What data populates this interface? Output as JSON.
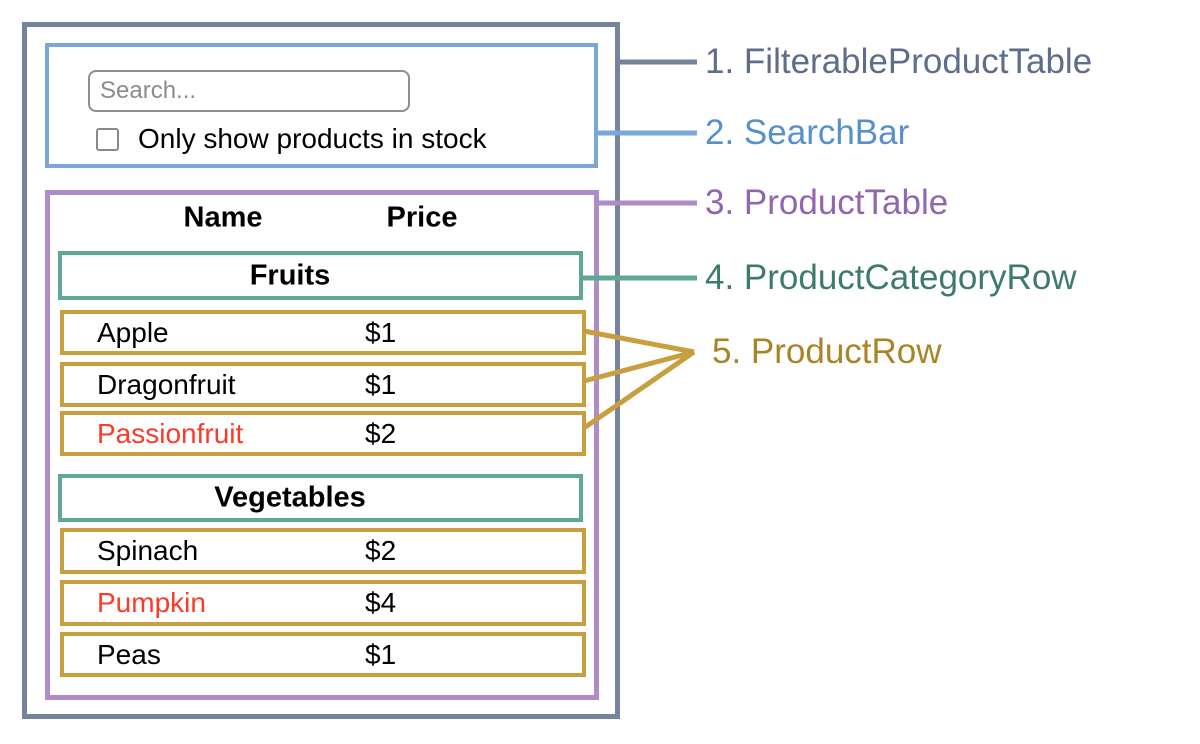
{
  "colors": {
    "filterable": "#76839c",
    "filterable_text": "#5e6d89",
    "searchbar": "#7aa7d8",
    "searchbar_text": "#5890cb",
    "producttable": "#ad8cc7",
    "producttable_text": "#9165af",
    "categoryrow": "#5fa895",
    "categoryrow_text": "#3c7b6b",
    "productrow": "#c79f3e",
    "productrow_text": "#a98425",
    "out_of_stock": "#fa3b28"
  },
  "search": {
    "placeholder": "Search...",
    "checkbox_label": "Only show products in stock",
    "checkbox_checked": false
  },
  "table": {
    "headers": {
      "name": "Name",
      "price": "Price"
    },
    "categories": [
      {
        "label": "Fruits",
        "products": [
          {
            "name": "Apple",
            "price": "$1",
            "in_stock": true
          },
          {
            "name": "Dragonfruit",
            "price": "$1",
            "in_stock": true
          },
          {
            "name": "Passionfruit",
            "price": "$2",
            "in_stock": false
          }
        ]
      },
      {
        "label": "Vegetables",
        "products": [
          {
            "name": "Spinach",
            "price": "$2",
            "in_stock": true
          },
          {
            "name": "Pumpkin",
            "price": "$4",
            "in_stock": false
          },
          {
            "name": "Peas",
            "price": "$1",
            "in_stock": true
          }
        ]
      }
    ]
  },
  "annotations": [
    {
      "label": "1. FilterableProductTable"
    },
    {
      "label": "2. SearchBar"
    },
    {
      "label": "3. ProductTable"
    },
    {
      "label": "4. ProductCategoryRow"
    },
    {
      "label": "5. ProductRow"
    }
  ]
}
